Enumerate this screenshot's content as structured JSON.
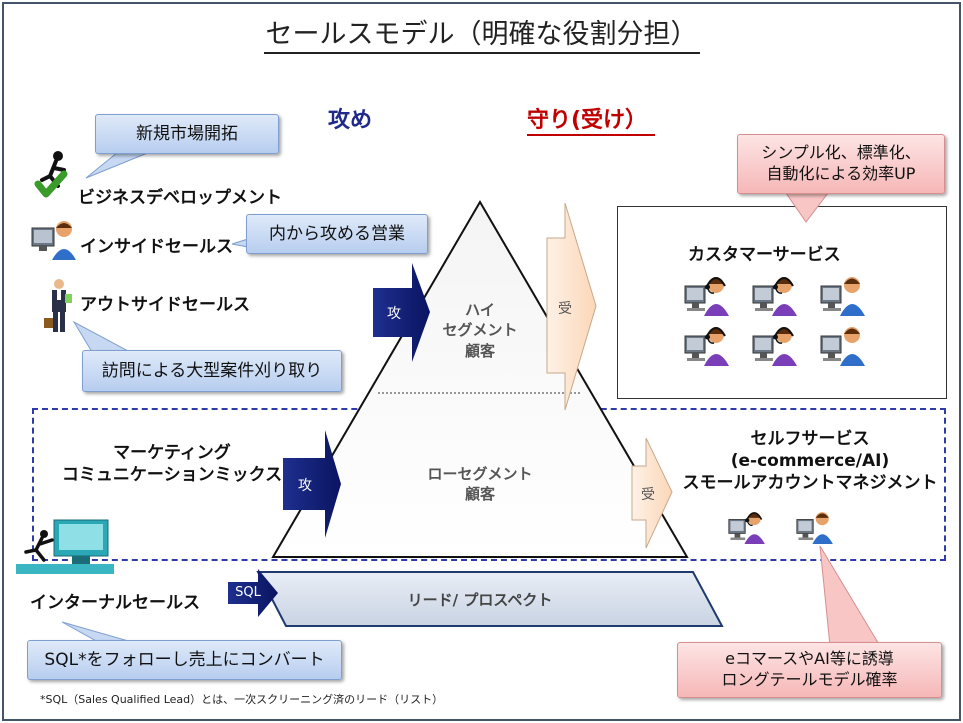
{
  "title": "セールスモデル（明確な役割分担）",
  "headers": {
    "attack": "攻め",
    "defend": "守り(受け）"
  },
  "callouts": {
    "new_market": "新規市場開拓",
    "inside_attack": "内から攻める営業",
    "visit_deals": "訪問による大型案件刈り取り",
    "sql_follow": "SQL*をフォローし売上にコンバート",
    "simplify": [
      "シンプル化、標準化、",
      "自動化による効率UP"
    ],
    "ecommerce_ai": [
      "eコマースやAI等に誘導",
      "ロングテールモデル確率"
    ]
  },
  "roles": {
    "business_development": "ビジネスデベロップメント",
    "inside_sales": "インサイドセールス",
    "outside_sales": "アウトサイドセールス",
    "marketing_mix": [
      "マーケティング",
      "コミュニケーションミックス"
    ],
    "internal_sales": "インターナルセールス",
    "customer_service": "カスタマーサービス",
    "self_service": [
      "セルフサービス",
      "(e-commerce/AI)",
      "スモールアカウントマネジメント"
    ]
  },
  "pyramid": {
    "high_segment": [
      "ハイ",
      "セグメント",
      "顧客"
    ],
    "low_segment": [
      "ローセグメント",
      "顧客"
    ],
    "lead_prospect": "リード/ プロスペクト"
  },
  "arrows": {
    "attack_upper": "攻",
    "attack_lower": "攻",
    "receive_upper": "受",
    "receive_lower": "受",
    "sql": "SQL"
  },
  "footnote": "*SQL（Sales Qualified Lead）とは、一次スクリーニング済のリード（リスト）",
  "colors": {
    "navy_arrow": "#0d1a6e",
    "peach_arrow": "#fde3cc",
    "blue_callout": "#c6d8f2",
    "pink_callout": "#f9c6c6",
    "dashed_border": "#2e3ba8",
    "attack_header": "#1f2a8a",
    "defend_header": "#c00000"
  },
  "icons": {
    "business_dev": "climbing-person-checkmark-icon",
    "inside_sales": "operator-at-computer-icon",
    "outside_sales": "businessman-with-briefcase-icon",
    "internal_sales": "person-climbing-computer-icon",
    "customer_service": "headset-operator-icon",
    "self_service": "operator-icon"
  }
}
